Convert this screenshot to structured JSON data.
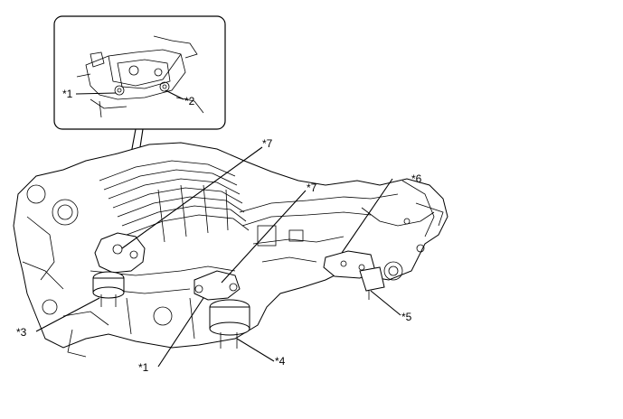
{
  "labels": {
    "inset_1": "*1",
    "inset_2": "*2",
    "mount_3": "*3",
    "mount_4": "*4",
    "mount_5": "*5",
    "mount_6": "*6",
    "bracket_7_left": "*7",
    "bracket_7_right": "*7",
    "bracket_1": "*1"
  }
}
